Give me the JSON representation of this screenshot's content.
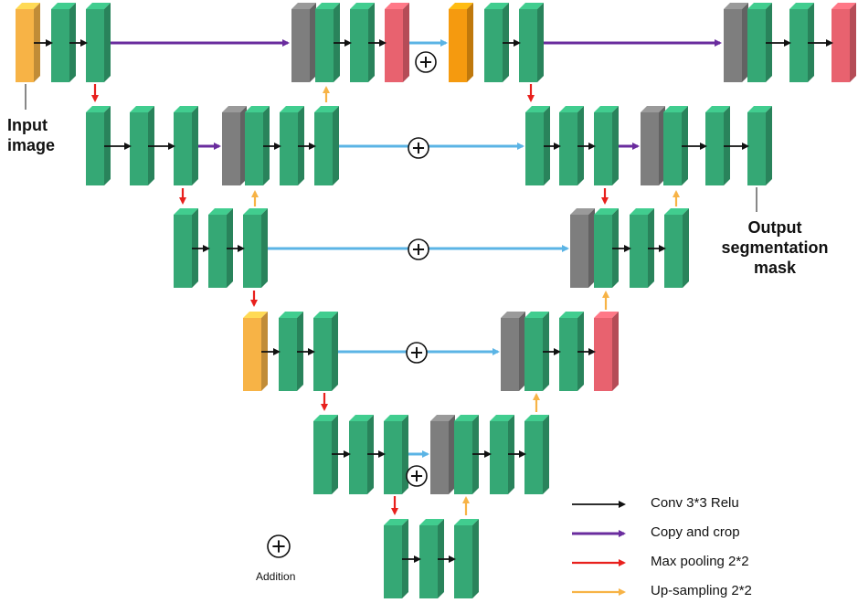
{
  "labels": {
    "input_line1": "Input",
    "input_line2": "image",
    "output_line1": "Output",
    "output_line2": "segmentation",
    "output_line3": "mask",
    "addition": "Addition"
  },
  "legend": [
    {
      "key": "conv",
      "label": "Conv 3*3 Relu",
      "color": "#111111"
    },
    {
      "key": "copy",
      "label": "Copy and crop",
      "color": "#6A2C9E"
    },
    {
      "key": "pool",
      "label": "Max pooling 2*2",
      "color": "#E8201D"
    },
    {
      "key": "up",
      "label": "Up-sampling 2*2",
      "color": "#F7B346"
    }
  ],
  "colors": {
    "conv_block": "#35A875",
    "input_block": "#F7B346",
    "orange_block": "#F59A0F",
    "concat_block": "#7E7E7E",
    "output_block": "#E8626F",
    "skip_arrow": "#5BB4E5",
    "copy_arrow": "#6A2C9E",
    "pool_arrow": "#E8201D",
    "up_arrow": "#F7B346",
    "conv_arrow": "#111111"
  },
  "icons": {
    "addition": "circled-plus-icon"
  }
}
